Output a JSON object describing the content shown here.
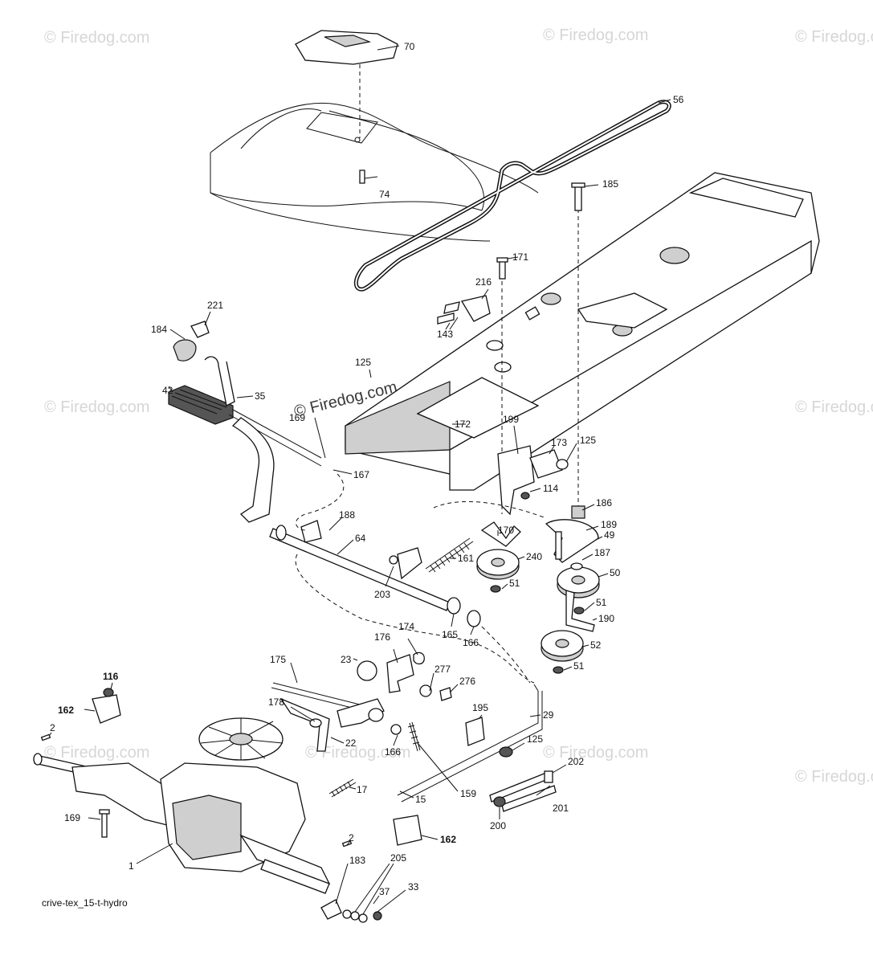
{
  "watermark": "© Firedog.com",
  "caption": "crive-tex_15-t-hydro",
  "callouts": [
    "70",
    "56",
    "74",
    "185",
    "171",
    "216",
    "143",
    "221",
    "184",
    "125",
    "42",
    "35",
    "169",
    "167",
    "172",
    "199",
    "173",
    "125",
    "114",
    "186",
    "188",
    "64",
    "170",
    "189",
    "49",
    "161",
    "240",
    "187",
    "50",
    "203",
    "51",
    "51",
    "190",
    "165",
    "166",
    "174",
    "176",
    "52",
    "51",
    "175",
    "23",
    "277",
    "276",
    "116",
    "162",
    "178",
    "2",
    "22",
    "195",
    "29",
    "166",
    "125",
    "17",
    "202",
    "169",
    "15",
    "159",
    "201",
    "200",
    "162",
    "2",
    "1",
    "183",
    "205",
    "37",
    "33"
  ],
  "bold_callouts": [
    "116",
    "162"
  ]
}
